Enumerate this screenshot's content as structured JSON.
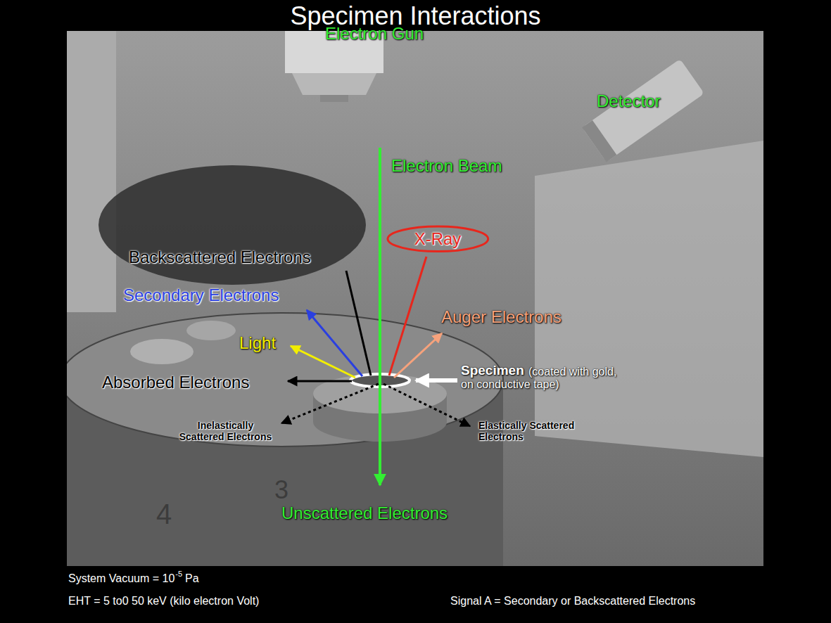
{
  "diagram": {
    "title": "Specimen Interactions",
    "nodes": [
      {
        "text": [
          "X-Ray"
        ]
      }
    ],
    "labels": [
      "Electron Gun",
      "Detector",
      "Electron Beam",
      "Backscattered Electrons",
      "Secondary Electrons",
      "Light",
      "Absorbed Electrons",
      "Auger Electrons",
      "Specimen",
      "(coated with gold, on conductive tape)",
      "Inelastically Scattered Electrons",
      "Elastically Scattered Electrons",
      "4",
      "3",
      "Unscattered Electrons",
      "System Vacuum = 10",
      "-5",
      "Pa",
      "EHT = 5 to0 50 keV (kilo electron Volt)",
      "Signal A = Secondary or Backscattered Electrons"
    ]
  }
}
